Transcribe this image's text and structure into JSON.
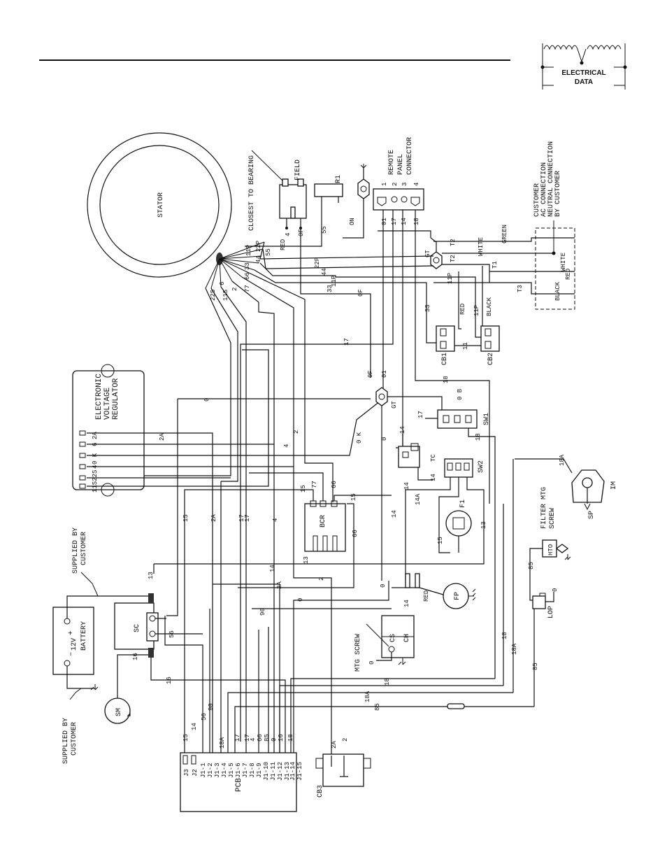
{
  "header": {
    "logo_line1": "ELECTRICAL",
    "logo_line2": "DATA"
  },
  "components": {
    "stator": "STATOR",
    "closest_to_bearing": "CLOSEST TO BEARING",
    "field": "FIELD",
    "r1": "R1",
    "on": "ON",
    "remote_panel": [
      "REMOTE",
      "PANEL",
      "CONNECTOR"
    ],
    "remote_pins": [
      "1",
      "2",
      "3",
      "4"
    ],
    "customer": [
      "CUSTOMER",
      "AC CONNECTION",
      "NEUTRAL CONNECTION",
      "BY CUSTOMER"
    ],
    "evr": [
      "ELECTRONIC",
      "VOLTAGE",
      "REGULATOR"
    ],
    "evr_pins": [
      "2A",
      "6",
      "0 K",
      "4",
      "11S22S"
    ],
    "gt": "GT",
    "cb1": "CB1",
    "cb2": "CB2",
    "sw1": "SW1",
    "sw2": "SW2",
    "tc": "TC",
    "f1": "F1",
    "bcr": "BCR",
    "im": "IM",
    "sp": "SP",
    "filter_mtg": [
      "FILTER MTG",
      "SCREW"
    ],
    "hto": "HTO",
    "lop": "LOP",
    "fp": "FP",
    "red": "RED",
    "cs": "CS",
    "ch": "CH",
    "mtg_screw": "MTG SCREW",
    "sc": "SC",
    "battery": [
      "12V",
      "BATTERY"
    ],
    "plus": "+",
    "minus": "–",
    "supplied_by_customer": [
      "SUPPLIED BY",
      "CUSTOMER"
    ],
    "sm": "SM",
    "pcb": "PCB",
    "cb3": "CB3",
    "pcb_pins": [
      "J3",
      "J2",
      "J1-1",
      "J1-2",
      "J1-3",
      "J1-4",
      "J1-5",
      "J1-6",
      "J1-7",
      "J1-8",
      "J1-9",
      "J1-10",
      "J1-11",
      "J1-12",
      "J1-13",
      "J1-14",
      "J1-15"
    ],
    "pcb_wires": [
      "15",
      "14",
      "56",
      "90",
      "18A",
      "17",
      "17",
      "4",
      "66",
      "85",
      "0",
      "16",
      "18"
    ]
  },
  "wire_labels": {
    "field_red": "RED",
    "field_4": "4",
    "field_0f": "0F",
    "r1_55": "55",
    "stator_22p": "22P",
    "stator_11p": "11P",
    "stator_55": "55",
    "stator_33": "33",
    "stator_44": "44",
    "stator_66": "66",
    "stator_77": "77",
    "stator_2": "2",
    "stator_6": "6",
    "stator_11s": "11S",
    "stator_22s": "22S",
    "w_22p": "22P",
    "w_44": "44",
    "w_11p": "11P",
    "w_33": "33",
    "w_0f": "0F",
    "green": "GREEN",
    "white": "WHITE",
    "white2": "WHITE",
    "t1": "T1",
    "t2": "T2",
    "t2b": "T2",
    "t3": "T3",
    "black": "BLACK",
    "black2": "BLACK",
    "red2": "RED",
    "red3": "RED",
    "w11p2": "11P",
    "w11p3": "11P",
    "w33b": "33",
    "w11": "11",
    "rp_01": "01",
    "rp_17": "17",
    "rp_14": "14",
    "rp_18": "18",
    "w17": "17",
    "w01": "01",
    "w0f": "0F",
    "w18": "18",
    "w0": "0",
    "w0k": "0 K",
    "w0b": "0 B",
    "w17b": "17",
    "w18b": "18",
    "w0c": "0",
    "w14": "14",
    "w2a": "2A",
    "w6": "6",
    "w4": "4",
    "w2": "2",
    "w15": "15",
    "w77": "77",
    "w66": "66",
    "w15b": "15",
    "w14b": "14",
    "w14a": "14A",
    "w15c": "15",
    "w13": "13",
    "w13b": "13",
    "w13c": "13",
    "w18a": "18A",
    "w85": "85",
    "w0d": "0",
    "w15d": "15",
    "w2ab": "2A",
    "w17c": "17",
    "w17d": "17",
    "w4b": "4",
    "w66b": "66",
    "w0e": "0",
    "w14c": "14",
    "w2b": "2",
    "w2ac": "2A",
    "w0f2": "0",
    "w90": "90",
    "w14d": "14",
    "w18c": "18",
    "w18ab": "18A",
    "w56": "56",
    "w16": "16",
    "w16b": "16",
    "w18d": "18",
    "w18ac": "18A",
    "w85b": "85",
    "w85c": "85",
    "w0g": "0",
    "w13d": "13",
    "w2ad": "2A",
    "w2c": "2",
    "w0h": "0",
    "w14e": "14"
  }
}
